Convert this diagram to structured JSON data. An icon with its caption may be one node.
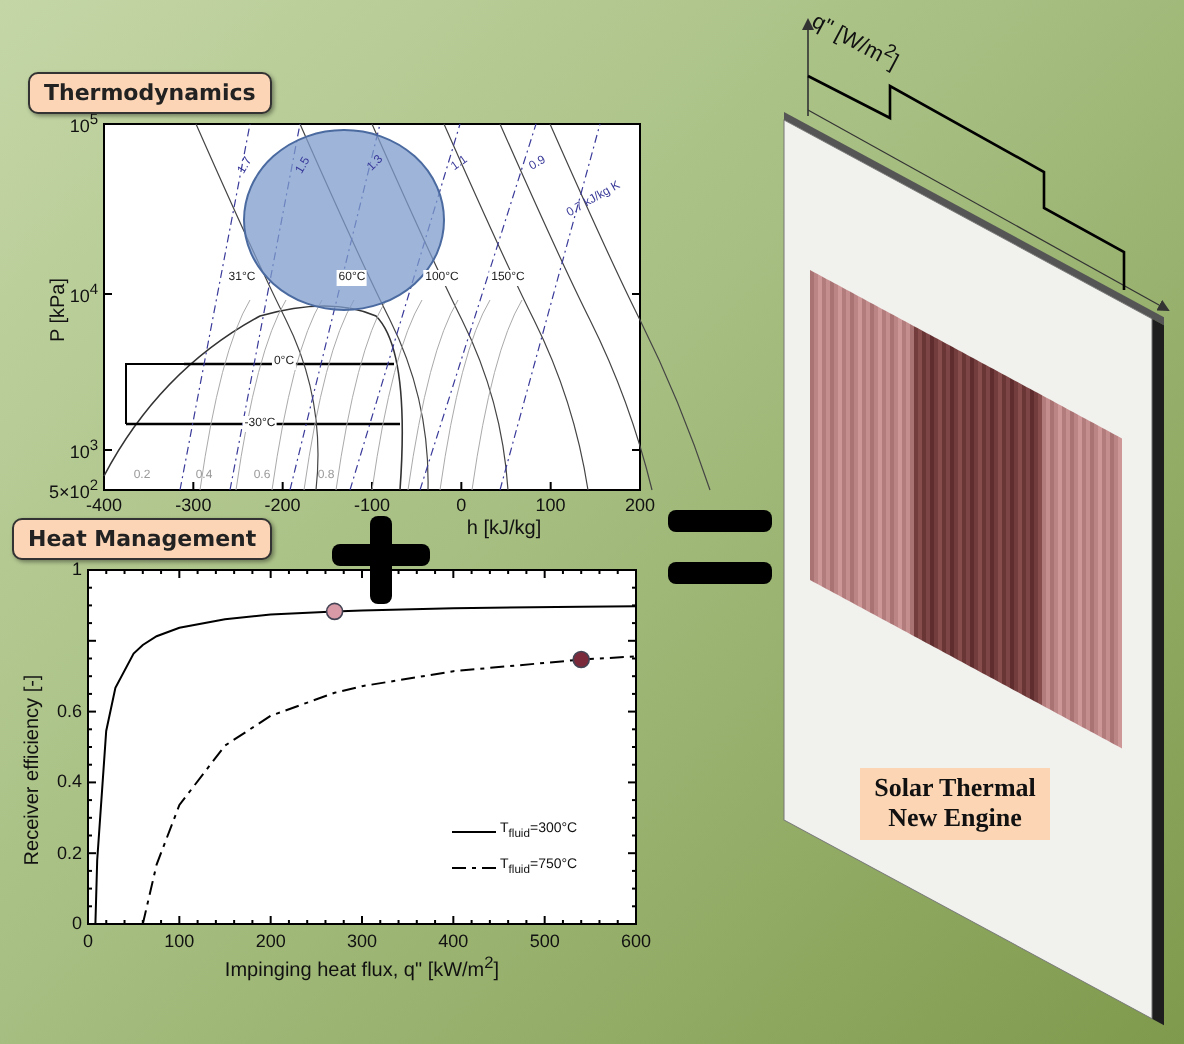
{
  "diagram": {
    "nodes": [
      {
        "text": [
          "Thermodynamics"
        ]
      },
      {
        "text": [
          "Heat Management"
        ]
      },
      {
        "text": [
          "Solar Thermal New Engine"
        ]
      }
    ],
    "labels": [
      "10$^{5}$",
      "10$^{4}$",
      "10$^{3}$",
      "5×10$^{2}$",
      "P [kPa]",
      "-400",
      "-300",
      "-200",
      "-100",
      "0",
      "100",
      "200",
      "h [kJ/kg]",
      "31°C",
      "60°C",
      "100°C",
      "150°C",
      "0°C",
      "-30°C",
      "0.2",
      "0.4",
      "0.6",
      "0.8",
      "1.7",
      "1.5",
      "1.3",
      "1.1",
      "0.9",
      "0.7 kJ/kg K",
      "q\" [W/m$^{2}$]"
    ],
    "chart_data": {
      "type": "line",
      "xlabel": "Impinging heat flux, q\" [kW/m$^{2}$]",
      "ylabel": "Receiver efficiency [-]",
      "x": [
        8,
        10,
        20,
        30,
        50,
        60,
        75,
        100,
        150,
        200,
        270,
        300,
        400,
        540,
        600
      ],
      "series": [
        {
          "name": "T$_{fluid}$=300°C",
          "color": "#000000",
          "values": [
            0,
            0.18,
            0.545,
            0.667,
            0.764,
            0.788,
            0.813,
            0.837,
            0.861,
            0.874,
            0.883,
            0.886,
            0.892,
            0.896,
            0.898
          ]
        },
        {
          "name": "T$_{fluid}$=750°C",
          "color": "#000000",
          "line_style": "dashed",
          "values": [
            null,
            null,
            null,
            null,
            null,
            0,
            0.168,
            0.336,
            0.504,
            0.588,
            0.653,
            0.672,
            0.714,
            0.747,
            0.756
          ]
        }
      ],
      "xlim": [
        0,
        600
      ],
      "ylim": [
        0,
        1
      ],
      "xticks": [
        0,
        100,
        200,
        300,
        400,
        500,
        600
      ],
      "yticks": [
        0,
        0.2,
        0.4,
        0.6,
        1
      ],
      "legend": true
    }
  }
}
